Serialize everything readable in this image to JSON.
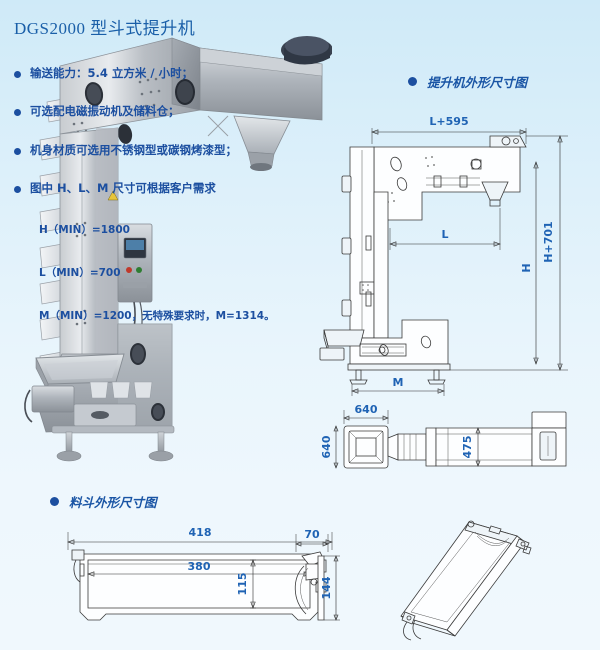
{
  "title": "DGS2000 型斗式提升机",
  "accent_color": "#1c4fa0",
  "background_top": "#cfeaf8",
  "background_bottom": "#f0f8fd",
  "specs": [
    {
      "text": "输送能力：5.4 立方米 / 小时；"
    },
    {
      "text": "可选配电磁振动机及储料仓；"
    },
    {
      "text": "机身材质可选用不锈钢型或碳钢烤漆型；"
    },
    {
      "text": "图中 H、L、M 尺寸可根据客户需求"
    }
  ],
  "dimension_notes": [
    {
      "text": "H（MIN）=1800"
    },
    {
      "text": "L（MIN）=700"
    },
    {
      "text": "M（MIN）=1200，无特殊要求时，M=1314。"
    }
  ],
  "sections": {
    "elevator_drawing": {
      "label": "提升机外形尺寸图"
    },
    "bucket_drawing": {
      "label": "料斗外形尺寸图"
    }
  },
  "elevator_dimensions": {
    "overall_width": "L+595",
    "inner_width": "L",
    "overall_height": "H+701",
    "inner_height": "H",
    "base_width": "M"
  },
  "top_view_dimensions": {
    "width": "640",
    "depth": "640",
    "height": "475"
  },
  "bucket_dimensions": {
    "outer_width": "418",
    "inner_width": "380",
    "height": "115",
    "side_depth": "70",
    "side_height": "144"
  },
  "photo": {
    "caption": "stainless-steel-bucket-elevator-machine"
  }
}
